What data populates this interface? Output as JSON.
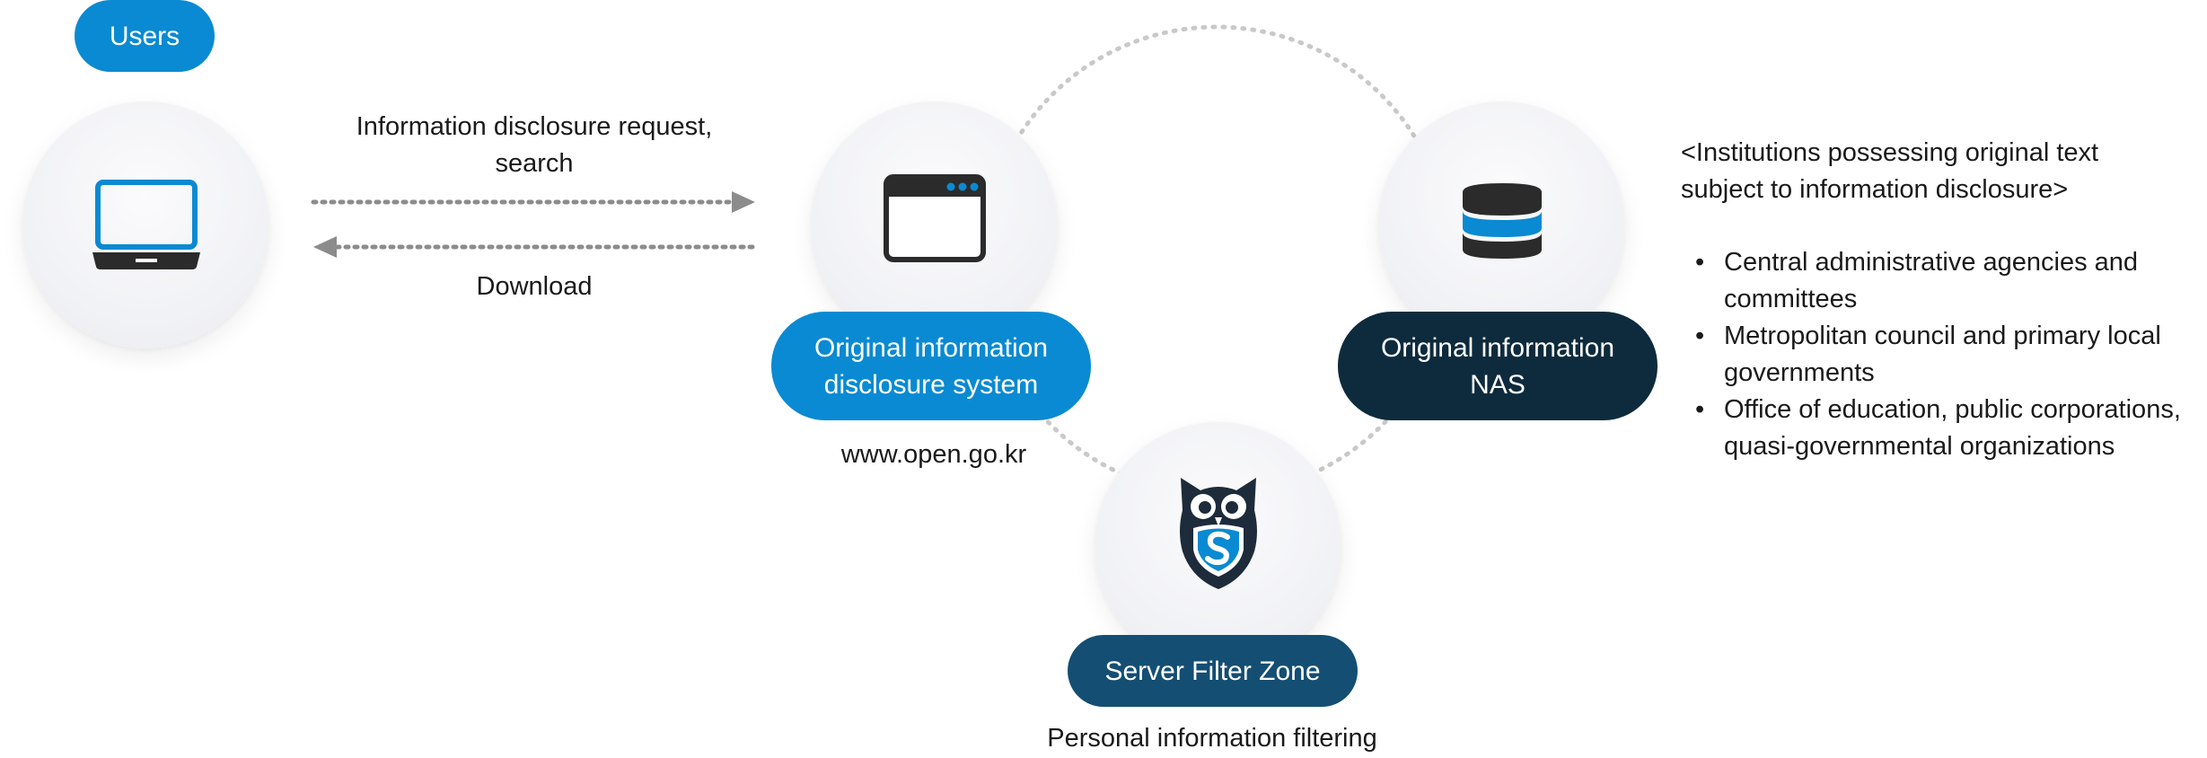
{
  "users": {
    "badge": "Users",
    "icon": "laptop-icon"
  },
  "flow": {
    "request_label": "Information disclosure request,\nsearch",
    "download_label": "Download"
  },
  "system": {
    "label": "Original information\ndisclosure system",
    "url": "www.open.go.kr",
    "icon": "browser-window-icon"
  },
  "nas": {
    "label": "Original information\nNAS",
    "icon": "database-icon"
  },
  "filter": {
    "label": "Server Filter Zone",
    "caption": "Personal information filtering",
    "icon": "owl-shield-icon"
  },
  "institutions": {
    "title": "<Institutions possessing original text\nsubject to information disclosure>",
    "items": [
      "Central administrative agencies and\ncommittees",
      "Metropolitan council and primary local\ngovernments",
      "Office of education, public corporations,\nquasi-governmental organizations"
    ]
  },
  "colors": {
    "primary_blue": "#0a8ad2",
    "navy": "#0e2b3d",
    "teal": "#144e73",
    "icon_dark": "#2b2b2b",
    "arrow_gray": "#8c8c8c",
    "ring_gray": "#c9c9c9"
  }
}
